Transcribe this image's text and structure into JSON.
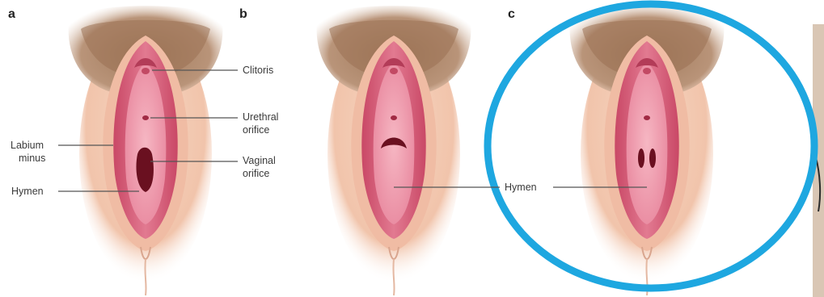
{
  "panels": [
    {
      "letter": "a"
    },
    {
      "letter": "b"
    },
    {
      "letter": "c"
    }
  ],
  "labels": {
    "clitoris": "Clitoris",
    "urethral_1": "Urethral",
    "urethral_2": "orifice",
    "labium_1": "Labium",
    "labium_2": "minus",
    "vaginal_1": "Vaginal",
    "vaginal_2": "orifice",
    "hymen_a": "Hymen",
    "hymen_shared": "Hymen"
  },
  "colors": {
    "highlight_circle": "#1ea7e0",
    "skin": "#f3c9b2",
    "labia": "#d6607a",
    "vestibule": "#f1a1b2",
    "opening": "#6a1020"
  }
}
